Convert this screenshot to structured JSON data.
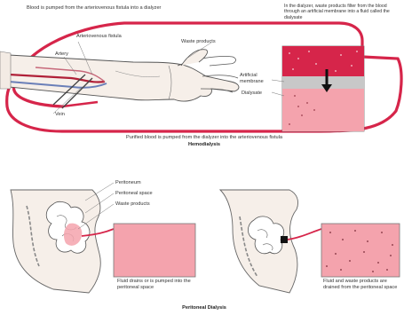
{
  "hemodialysis": {
    "title": "Hemodialysis",
    "top_caption": "Blood is pumped from the arteriovenous fistula into a dialyzer",
    "dialyzer_note": "In the dialyzer, waste products filter from the blood through an artificial membrane into a fluid called the dialysate",
    "label_fistula": "Arteriovenous fistula",
    "label_artery": "Artery",
    "label_vein": "Vein",
    "label_waste": "Waste products",
    "label_membrane": "Artificial membrane",
    "label_dialysate": "Dialysate",
    "bottom_caption": "Purified blood is pumped from the dialyzer into the arteriovenous fistula"
  },
  "peritoneal": {
    "title": "Peritoneal Dialysis",
    "label_peritoneum": "Peritoneum",
    "label_space": "Peritoneal space",
    "label_waste": "Waste products",
    "caption_left": "Fluid drains or is pumped into the peritoneal space",
    "caption_right": "Fluid and waste products are drained from the peritoneal space"
  },
  "colors": {
    "blood": "#d6254a",
    "fluid": "#f4a3ad",
    "membrane": "#c8c8c8",
    "skin": "#f6efe9",
    "outline": "#555555"
  }
}
